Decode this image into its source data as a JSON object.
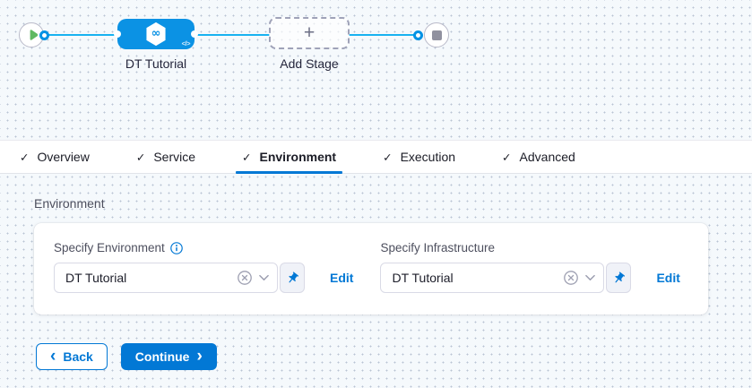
{
  "pipeline_canvas": {
    "stage_node": {
      "label": "DT Tutorial",
      "code_badge": "</>",
      "infinity_glyph": "∞"
    },
    "add_stage_node": {
      "label": "Add Stage",
      "plus_glyph": "+"
    }
  },
  "tabs": {
    "check_glyph": "✓",
    "active_tab": "Environment",
    "items": [
      {
        "label": "Overview"
      },
      {
        "label": "Service"
      },
      {
        "label": "Environment"
      },
      {
        "label": "Execution"
      },
      {
        "label": "Advanced"
      }
    ]
  },
  "environment_section": {
    "title": "Environment",
    "fields": [
      {
        "label": "Specify Environment",
        "value": "DT Tutorial",
        "edit_label": "Edit"
      },
      {
        "label": "Specify Infrastructure",
        "value": "DT Tutorial",
        "edit_label": "Edit"
      }
    ]
  },
  "footer": {
    "back_chevron": "‹",
    "back_label": "Back",
    "continue_label": "Continue",
    "continue_chevron": "›"
  },
  "colors": {
    "primary_blue": "#0278d5",
    "node_blue": "#0b92e4",
    "connector_blue": "#0092e4",
    "flow_line_blue": "#18b2f0",
    "success_green": "#5fb962"
  }
}
